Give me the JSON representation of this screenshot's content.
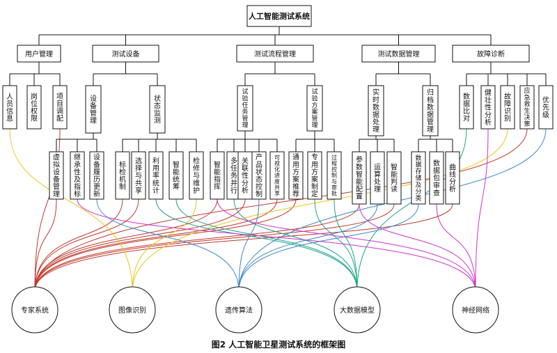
{
  "root": "人工智能测试系统",
  "modules": [
    {
      "id": "m1",
      "label": "用户管理",
      "children": [
        {
          "id": "l1",
          "label": "人员信息"
        },
        {
          "id": "l2",
          "label": "岗位权限"
        },
        {
          "id": "l3",
          "label": "项目调配"
        }
      ]
    },
    {
      "id": "m2",
      "label": "测试设备",
      "children": [
        {
          "id": "s1",
          "label": "设备管理",
          "children": [
            {
              "id": "l4",
              "label": "虚拟设备管理"
            },
            {
              "id": "l5",
              "label": "继承性及指标"
            },
            {
              "id": "l6",
              "label": "设备履历更新"
            }
          ]
        },
        {
          "id": "s2",
          "label": "状态监测",
          "children": [
            {
              "id": "l7",
              "label": "标检机制"
            },
            {
              "id": "l8",
              "label": "选择与共享"
            },
            {
              "id": "l9",
              "label": "利用率统计"
            },
            {
              "id": "l10",
              "label": "智能统筹"
            },
            {
              "id": "l11",
              "label": "检修与维护"
            }
          ]
        }
      ]
    },
    {
      "id": "m3",
      "label": "测试流程管理",
      "children": [
        {
          "id": "s3",
          "label": "试验任务管理",
          "children": [
            {
              "id": "l12",
              "label": "智能指挥"
            },
            {
              "id": "l13",
              "label": "多任务并行"
            },
            {
              "id": "l14",
              "label": "关联性分析"
            },
            {
              "id": "l15",
              "label": "产品状态控制"
            },
            {
              "id": "l16",
              "label": "可视化进度共享"
            }
          ]
        },
        {
          "id": "s4",
          "label": "试验方案管理",
          "children": [
            {
              "id": "l17",
              "label": "通用方案推荐"
            },
            {
              "id": "l18",
              "label": "专用方案制定"
            },
            {
              "id": "l19",
              "label": "过程控制与审批"
            }
          ]
        }
      ]
    },
    {
      "id": "m4",
      "label": "测试数据管理",
      "children": [
        {
          "id": "s5",
          "label": "实时数据处理",
          "children": [
            {
              "id": "l20",
              "label": "参数智能配置"
            },
            {
              "id": "l21",
              "label": "运算处理"
            },
            {
              "id": "l22",
              "label": "智能判读"
            }
          ]
        },
        {
          "id": "s6",
          "label": "归档数据管理",
          "children": [
            {
              "id": "l23",
              "label": "数据存储及分类"
            },
            {
              "id": "l24",
              "label": "数据包审查"
            },
            {
              "id": "l25",
              "label": "曲线分析"
            }
          ]
        }
      ]
    },
    {
      "id": "m5",
      "label": "故障诊断",
      "children": [
        {
          "id": "l26",
          "label": "数据比对"
        },
        {
          "id": "l27",
          "label": "健壮性分析"
        },
        {
          "id": "l28",
          "label": "故障识别"
        },
        {
          "id": "l29",
          "label": "应急救生决策"
        },
        {
          "id": "l30",
          "label": "优先级"
        }
      ]
    }
  ],
  "technologies": [
    {
      "id": "t1",
      "label": "专家系统",
      "color": "#c0392b"
    },
    {
      "id": "t2",
      "label": "图像识别",
      "color": "#e6c619"
    },
    {
      "id": "t3",
      "label": "遗传算法",
      "color": "#3a86c8"
    },
    {
      "id": "t4",
      "label": "大数据模型",
      "color": "#1aa58c"
    },
    {
      "id": "t5",
      "label": "神经网络",
      "color": "#cc33cc"
    }
  ],
  "links": [
    [
      "l3",
      "t1"
    ],
    [
      "l4",
      "t1"
    ],
    [
      "l7",
      "t1"
    ],
    [
      "l8",
      "t1"
    ],
    [
      "l12",
      "t1"
    ],
    [
      "l14",
      "t1"
    ],
    [
      "l16",
      "t1"
    ],
    [
      "l17",
      "t1"
    ],
    [
      "l20",
      "t1"
    ],
    [
      "l22",
      "t1"
    ],
    [
      "l25",
      "t1"
    ],
    [
      "l29",
      "t1"
    ],
    [
      "l1",
      "t2"
    ],
    [
      "l11",
      "t2"
    ],
    [
      "l28",
      "t2"
    ],
    [
      "l6",
      "t3"
    ],
    [
      "l15",
      "t3"
    ],
    [
      "l21",
      "t3"
    ],
    [
      "l23",
      "t3"
    ],
    [
      "l30",
      "t3"
    ],
    [
      "l9",
      "t4"
    ],
    [
      "l10",
      "t4"
    ],
    [
      "l13",
      "t4"
    ],
    [
      "l18",
      "t4"
    ],
    [
      "l19",
      "t4"
    ],
    [
      "l26",
      "t4"
    ],
    [
      "l5",
      "t5"
    ],
    [
      "l24",
      "t5"
    ],
    [
      "l27",
      "t5"
    ],
    [
      "l12",
      "t5"
    ],
    [
      "l20",
      "t5"
    ]
  ],
  "caption": "图2   人工智能卫星测试系统的框架图"
}
